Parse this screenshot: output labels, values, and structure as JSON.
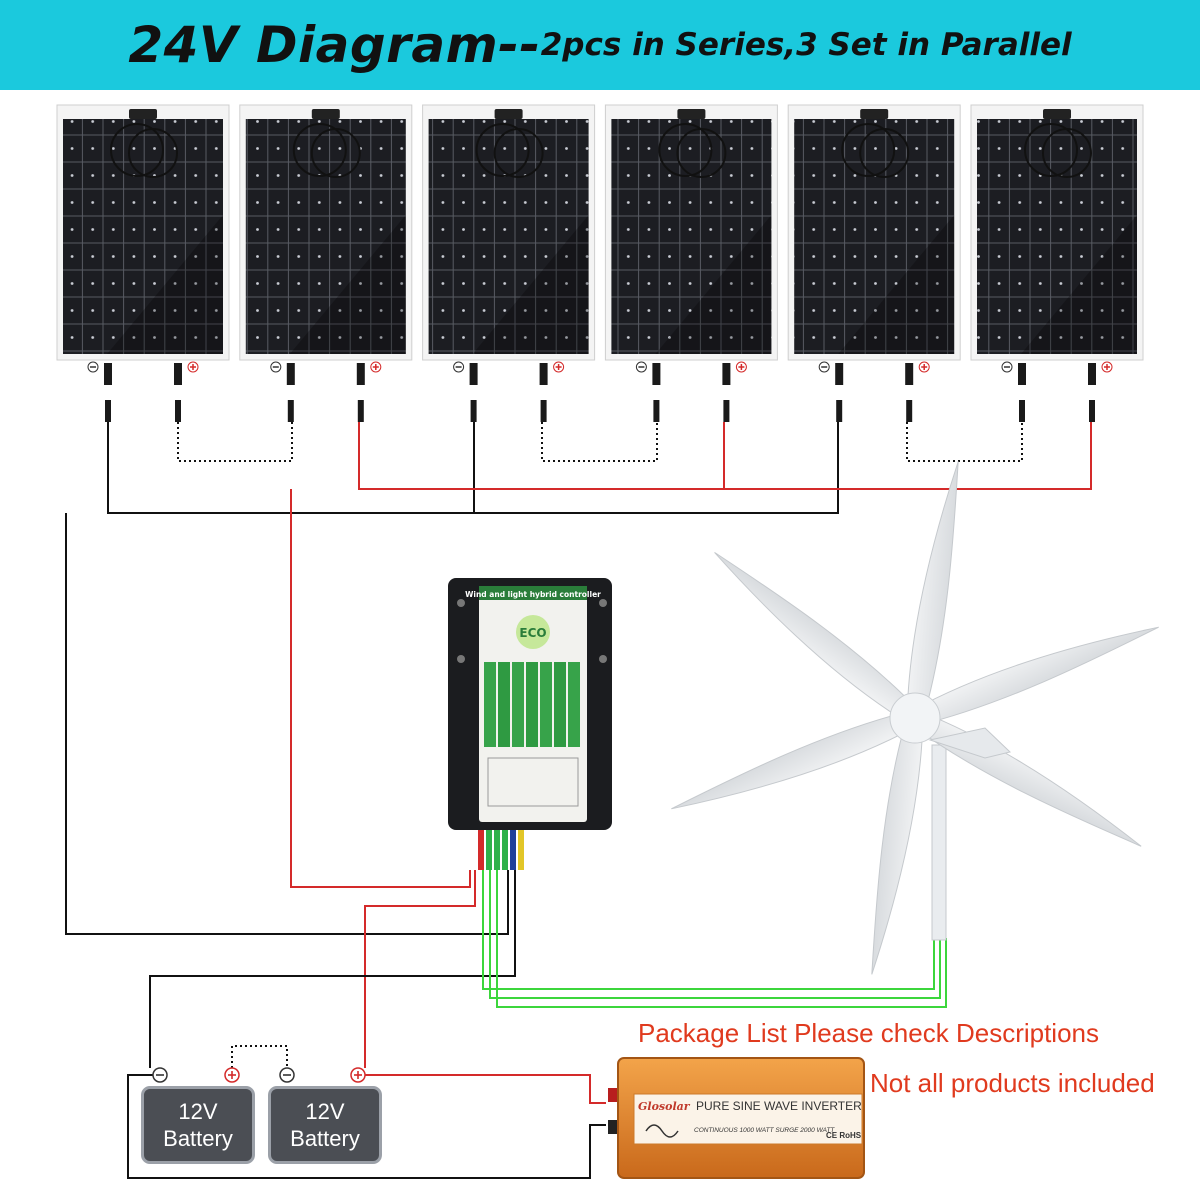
{
  "title": {
    "main": "24V Diagram--",
    "sub": "2pcs in Series,3 Set in Parallel"
  },
  "notes": {
    "package": "Package List Please check Descriptions",
    "not_all": "Not all products included"
  },
  "batteries": [
    {
      "voltage": "12V",
      "label": "Battery"
    },
    {
      "voltage": "12V",
      "label": "Battery"
    }
  ],
  "controller": {
    "header": "Wind and light hybrid controller",
    "logo": "ECO"
  },
  "inverter": {
    "brand": "Glosolar",
    "title": "PURE SINE WAVE INVERTER",
    "spec": "CONTINUOUS 1000 WATT SURGE 2000 WATT",
    "marks": "CE RoHS"
  },
  "panel_count": 6,
  "colors": {
    "title_bar": "#1bc9dd",
    "positive_wire": "#d42a2a",
    "negative_wire": "#111111",
    "wind_wire": "#3cd63c",
    "note_text": "#e03a1e",
    "inverter": "#e6892c"
  },
  "icons": [
    "solar-panel",
    "wind-turbine",
    "charge-controller",
    "inverter",
    "battery"
  ]
}
